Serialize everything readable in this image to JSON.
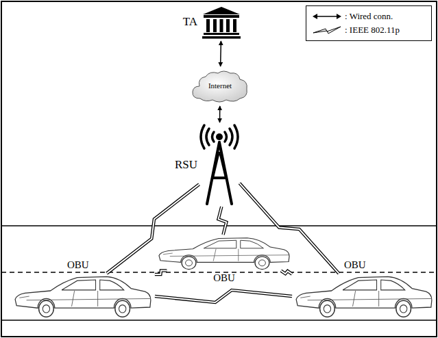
{
  "diagram": {
    "nodes": [
      {
        "text": [
          "TA"
        ]
      },
      {
        "text": [
          "Internet"
        ]
      },
      {
        "text": [
          "RSU"
        ]
      },
      {
        "text": [
          "OBU"
        ]
      },
      {
        "text": [
          "OBU"
        ]
      },
      {
        "text": [
          "OBU"
        ]
      }
    ],
    "edges": [
      {
        "from": 0,
        "to": 1,
        "arrow": "both"
      },
      {
        "from": 1,
        "to": 2,
        "arrow": "both"
      },
      {
        "from": 2,
        "to": 3,
        "arrow": "none"
      },
      {
        "from": 2,
        "to": 4,
        "arrow": "none"
      },
      {
        "from": 2,
        "to": 5,
        "arrow": "none"
      },
      {
        "from": 3,
        "to": 4,
        "arrow": "none"
      },
      {
        "from": 4,
        "to": 5,
        "arrow": "none"
      },
      {
        "from": 3,
        "to": 5,
        "arrow": "none"
      }
    ],
    "legend": [
      {
        "text": ": Wired conn."
      },
      {
        "text": ": IEEE 802.11p"
      }
    ]
  }
}
